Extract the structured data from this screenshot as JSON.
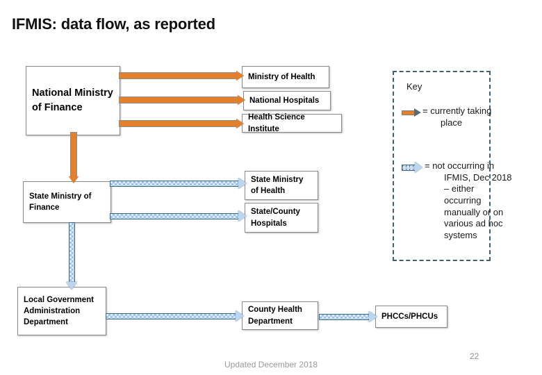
{
  "slide": {
    "title": "IFMIS: data flow, as reported",
    "footer_note": "Updated December 2018",
    "page_number": "22"
  },
  "nodes": {
    "national_ministry_finance": "National Ministry of Finance",
    "ministry_of_health": "Ministry of Health",
    "national_hospitals": "National Hospitals",
    "health_science_institute": "Health Science Institute",
    "state_ministry_finance": "State Ministry of Finance",
    "state_ministry_health": "State Ministry of Health",
    "state_county_hospitals": "State/County Hospitals",
    "local_government_admin": "Local Government Administration Department",
    "county_health_department": "County Health Department",
    "phccs_phcus": "PHCCs/PHCUs"
  },
  "key": {
    "title": "Key",
    "current_label": "= currently taking place",
    "not_occurring_label": "= not occurring in IFMIS, Dec 2018 – either occurring manually or on various ad hoc systems"
  },
  "colors": {
    "orange_arrow": "#E2802C",
    "blue_arrow_fill": "#BBD6EE",
    "blue_arrow_outline": "#3C6490",
    "key_border": "#3F5F73",
    "box_border": "#8a8a8a"
  },
  "flows": [
    {
      "from": "national_ministry_finance",
      "to": "ministry_of_health",
      "type": "current"
    },
    {
      "from": "national_ministry_finance",
      "to": "national_hospitals",
      "type": "current"
    },
    {
      "from": "national_ministry_finance",
      "to": "health_science_institute",
      "type": "current"
    },
    {
      "from": "national_ministry_finance",
      "to": "state_ministry_finance",
      "type": "current"
    },
    {
      "from": "state_ministry_finance",
      "to": "state_ministry_health",
      "type": "not-occurring"
    },
    {
      "from": "state_ministry_finance",
      "to": "state_county_hospitals",
      "type": "not-occurring"
    },
    {
      "from": "state_ministry_finance",
      "to": "local_government_admin",
      "type": "not-occurring"
    },
    {
      "from": "local_government_admin",
      "to": "county_health_department",
      "type": "not-occurring"
    },
    {
      "from": "county_health_department",
      "to": "phccs_phcus",
      "type": "not-occurring"
    }
  ]
}
